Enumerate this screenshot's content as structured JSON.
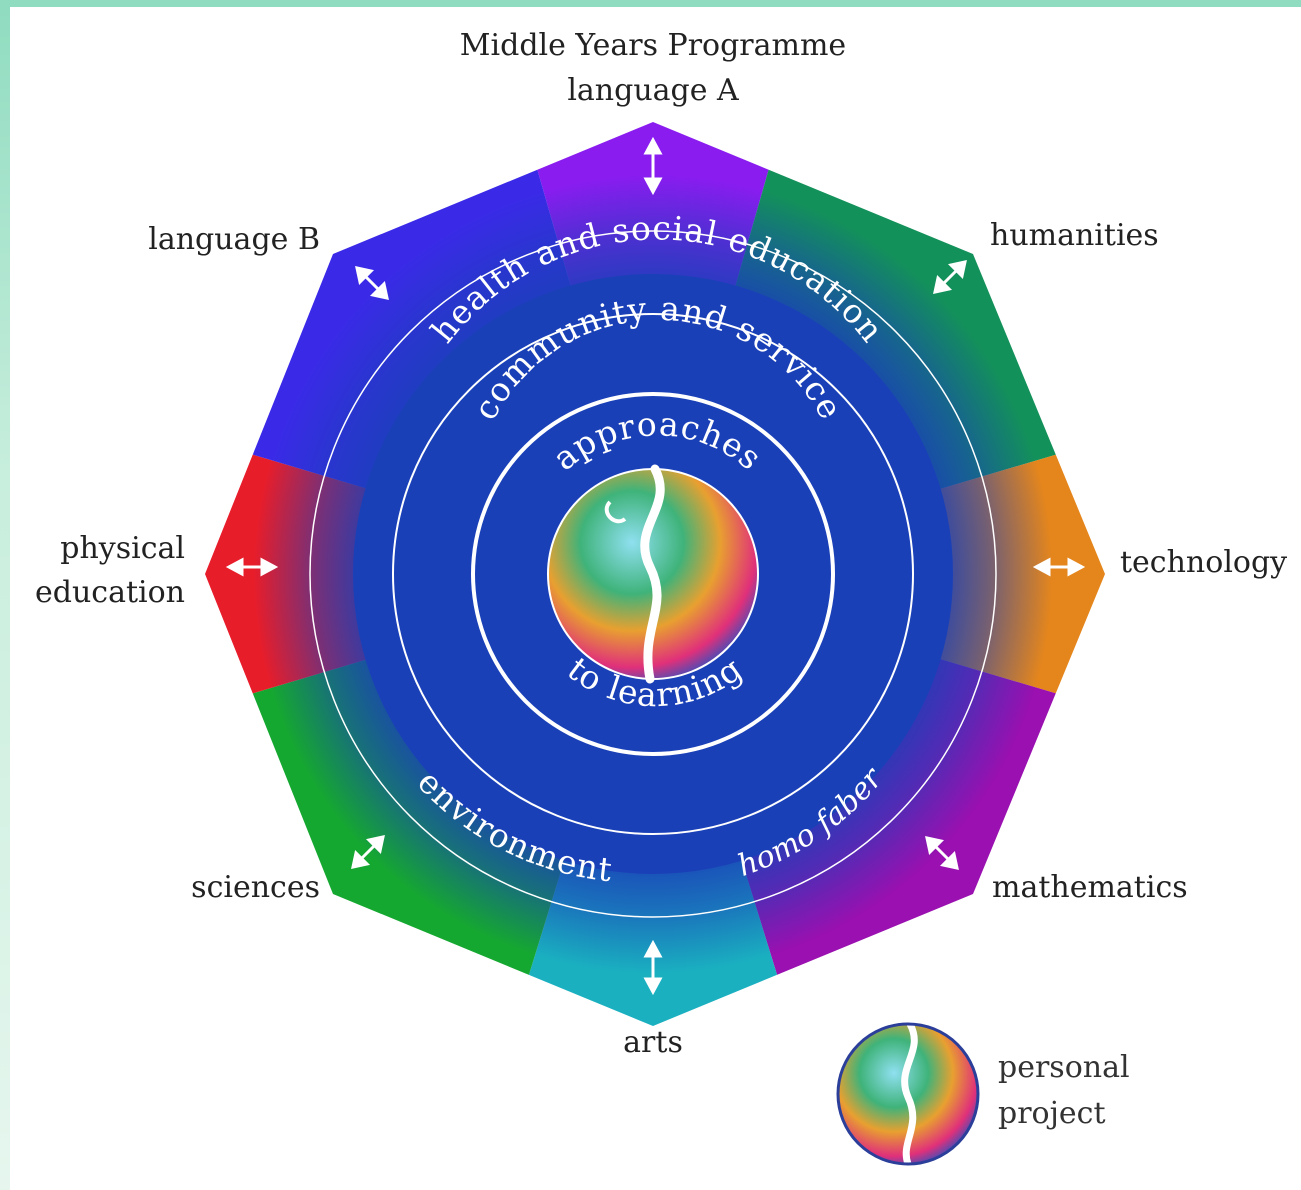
{
  "title": "Middle Years Programme",
  "subjects": {
    "language_a": "language A",
    "humanities": "humanities",
    "technology": "technology",
    "mathematics": "mathematics",
    "arts": "arts",
    "sciences": "sciences",
    "physical_education_line1": "physical",
    "physical_education_line2": "education",
    "language_b": "language B"
  },
  "rings": {
    "health": "health and social education",
    "community": "community and service",
    "approaches_top": "approaches",
    "approaches_bottom": "to learning",
    "environment": "environment",
    "homo_faber": "homo faber"
  },
  "legend": {
    "line1": "personal",
    "line2": "project",
    "icon": "globe-icon"
  },
  "colors": {
    "language_a": "#8a1cf0",
    "humanities": "#13915a",
    "technology": "#e5861c",
    "mathematics": "#9a10b0",
    "arts": "#1ab0c0",
    "sciences": "#15a830",
    "physical_education": "#e81d2a",
    "language_b": "#3a2ae8",
    "center": "#1640b0"
  }
}
